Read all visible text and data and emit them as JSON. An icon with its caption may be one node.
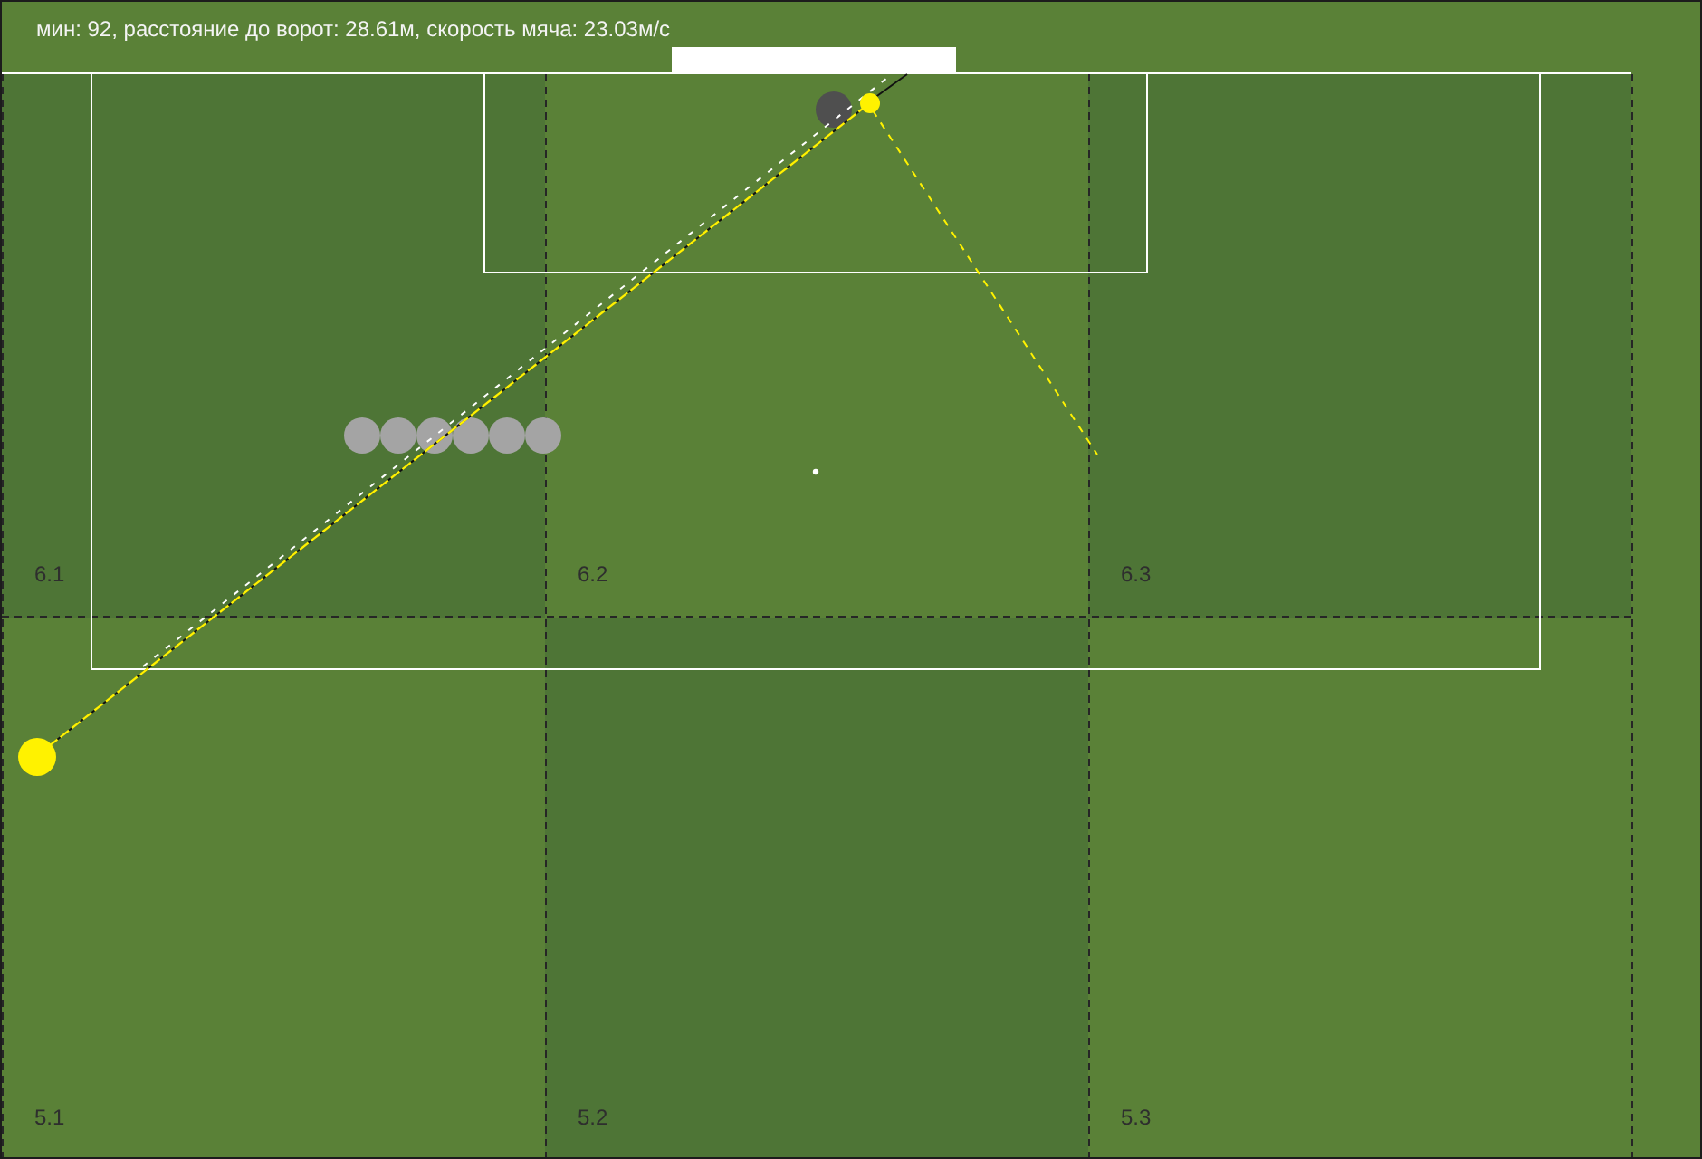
{
  "diagram": {
    "title": "мин: 92, расстояние до ворот: 28.61м, скорость мяча: 23.03м/с",
    "nodes": [
      {
        "text": [
          "6.1"
        ]
      },
      {
        "text": [
          "6.2"
        ]
      },
      {
        "text": [
          "6.3"
        ]
      },
      {
        "text": [
          "5.1"
        ]
      },
      {
        "text": [
          "5.2"
        ]
      },
      {
        "text": [
          "5.3"
        ]
      }
    ]
  }
}
